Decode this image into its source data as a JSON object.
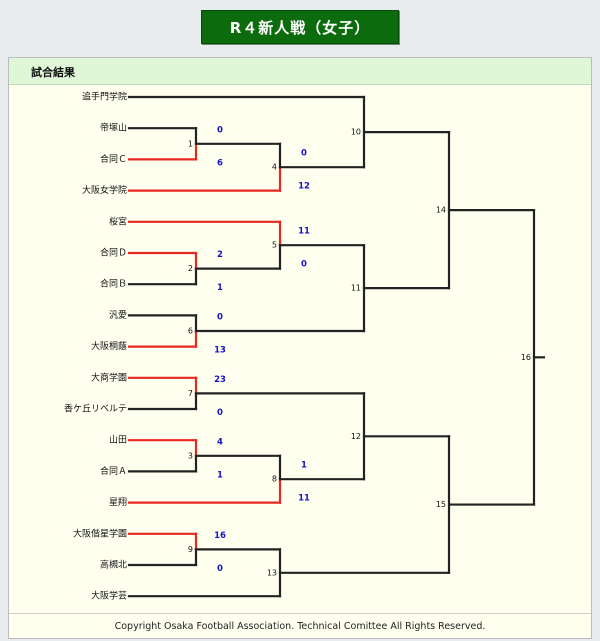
{
  "title": "R４新人戦（女子）",
  "section_title": "試合結果",
  "footer": "Copyright Osaka Football Association.  Technical Comittee All Rights Reserved.",
  "colors": {
    "winner": "#e8281e",
    "loser": "#222222",
    "score": "#1414c8",
    "title_bg": "#0c6b0c"
  },
  "teams": [
    {
      "id": "t0",
      "name": "追手門学院"
    },
    {
      "id": "t1",
      "name": "帝塚山"
    },
    {
      "id": "t2",
      "name": "合同Ｃ"
    },
    {
      "id": "t3",
      "name": "大阪女学院"
    },
    {
      "id": "t4",
      "name": "桜宮"
    },
    {
      "id": "t5",
      "name": "合同Ｄ"
    },
    {
      "id": "t6",
      "name": "合同Ｂ"
    },
    {
      "id": "t7",
      "name": "汎愛"
    },
    {
      "id": "t8",
      "name": "大阪桐蔭"
    },
    {
      "id": "t9",
      "name": "大商学園"
    },
    {
      "id": "t10",
      "name": "香ケ丘リベルテ"
    },
    {
      "id": "t11",
      "name": "山田"
    },
    {
      "id": "t12",
      "name": "合同Ａ"
    },
    {
      "id": "t13",
      "name": "星翔"
    },
    {
      "id": "t14",
      "name": "大阪偕星学園"
    },
    {
      "id": "t15",
      "name": "高槻北"
    },
    {
      "id": "t16",
      "name": "大阪学芸"
    }
  ],
  "matches": [
    {
      "no": "1",
      "a": "t1",
      "b": "t2",
      "score_a": "0",
      "score_b": "6",
      "winner": "b"
    },
    {
      "no": "2",
      "a": "t5",
      "b": "t6",
      "score_a": "2",
      "score_b": "1",
      "winner": "a"
    },
    {
      "no": "3",
      "a": "t11",
      "b": "t12",
      "score_a": "4",
      "score_b": "1",
      "winner": "a"
    },
    {
      "no": "4",
      "a": "m1",
      "b": "t3",
      "score_a": "0",
      "score_b": "12",
      "winner": "b"
    },
    {
      "no": "5",
      "a": "t4",
      "b": "m2",
      "score_a": "11",
      "score_b": "0",
      "winner": "a"
    },
    {
      "no": "6",
      "a": "t7",
      "b": "t8",
      "score_a": "0",
      "score_b": "13",
      "winner": "b"
    },
    {
      "no": "7",
      "a": "t9",
      "b": "t10",
      "score_a": "23",
      "score_b": "0",
      "winner": "a"
    },
    {
      "no": "8",
      "a": "m3",
      "b": "t13",
      "score_a": "1",
      "score_b": "11",
      "winner": "b"
    },
    {
      "no": "9",
      "a": "t14",
      "b": "t15",
      "score_a": "16",
      "score_b": "0",
      "winner": "a"
    },
    {
      "no": "10",
      "a": "t0",
      "b": "m4"
    },
    {
      "no": "11",
      "a": "m5",
      "b": "m6"
    },
    {
      "no": "12",
      "a": "m7",
      "b": "m8"
    },
    {
      "no": "13",
      "a": "m9",
      "b": "t16"
    },
    {
      "no": "14",
      "a": "m10",
      "b": "m11"
    },
    {
      "no": "15",
      "a": "m12",
      "b": "m13"
    },
    {
      "no": "16",
      "a": "m14",
      "b": "m15"
    }
  ]
}
